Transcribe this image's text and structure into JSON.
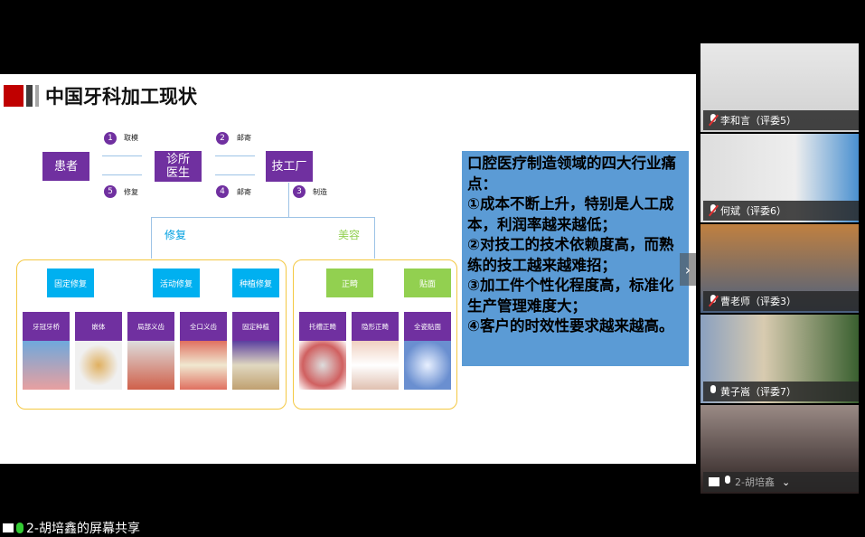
{
  "slide": {
    "title": "中国牙科加工现状",
    "flow": {
      "patient": "患者",
      "clinic": "诊所\n医生",
      "lab": "技工厂",
      "steps": [
        {
          "n": "1",
          "label": "取模"
        },
        {
          "n": "2",
          "label": "邮寄"
        },
        {
          "n": "3",
          "label": "制造"
        },
        {
          "n": "4",
          "label": "邮寄"
        },
        {
          "n": "5",
          "label": "修复"
        }
      ]
    },
    "branches": {
      "repair": "修复",
      "cosmetic": "美容"
    },
    "categories": [
      {
        "label": "固定修复",
        "items": [
          "牙冠牙桥",
          "嵌体"
        ]
      },
      {
        "label": "活动修复",
        "items": [
          "局部义齿",
          "全口义齿"
        ]
      },
      {
        "label": "种植修复",
        "items": [
          "固定种植"
        ]
      },
      {
        "label": "正畸",
        "items": [
          "托槽正畸",
          "隐形正畸"
        ]
      },
      {
        "label": "贴面",
        "items": [
          "全瓷贴面"
        ]
      }
    ],
    "textbox": [
      "口腔医疗制造领域的四大行业痛点：",
      "①成本不断上升，特别是人工成本，利润率越来越低；",
      "②对技工的技术依赖度高，而熟练的技工越来越难招；",
      "③加工件个性化程度高，标准化生产管理难度大；",
      "④客户的时效性要求越来越高。"
    ]
  },
  "participants": [
    {
      "name": "李和言（评委5）",
      "muted": true
    },
    {
      "name": "何斌（评委6）",
      "muted": true
    },
    {
      "name": "曹老师（评委3）",
      "muted": true
    },
    {
      "name": "黄子嵩（评委7）",
      "muted": false
    },
    {
      "name": "2-胡培鑫",
      "muted": false
    }
  ],
  "share_status": "2-胡培鑫的屏幕共享"
}
